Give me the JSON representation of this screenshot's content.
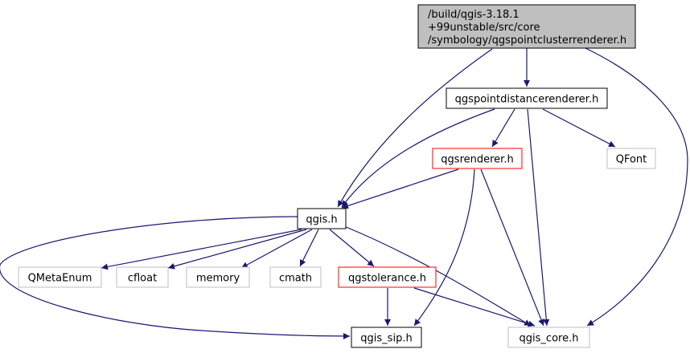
{
  "colors": {
    "edge": "#191970",
    "root_fill": "#bfbfbf",
    "node_border": "#000000",
    "red_border": "#ff0000",
    "gray_border": "#bfbfbf"
  },
  "graph": {
    "nodes": {
      "root": {
        "lines": [
          "/build/qgis-3.18.1",
          "+99unstable/src/core",
          "/symbology/qgspointclusterrenderer.h"
        ],
        "style": "root"
      },
      "qgspointdistancerenderer": {
        "lines": [
          "qgspointdistancerenderer.h"
        ],
        "style": "normal"
      },
      "qgsrenderer": {
        "lines": [
          "qgsrenderer.h"
        ],
        "style": "red"
      },
      "qfont": {
        "lines": [
          "QFont"
        ],
        "style": "gray"
      },
      "qgis": {
        "lines": [
          "qgis.h"
        ],
        "style": "normal"
      },
      "qmetaenum": {
        "lines": [
          "QMetaEnum"
        ],
        "style": "gray"
      },
      "cfloat": {
        "lines": [
          "cfloat"
        ],
        "style": "gray"
      },
      "memory": {
        "lines": [
          "memory"
        ],
        "style": "gray"
      },
      "cmath": {
        "lines": [
          "cmath"
        ],
        "style": "gray"
      },
      "qgstolerance": {
        "lines": [
          "qgstolerance.h"
        ],
        "style": "red"
      },
      "qgis_sip": {
        "lines": [
          "qgis_sip.h"
        ],
        "style": "normal"
      },
      "qgis_core": {
        "lines": [
          "qgis_core.h"
        ],
        "style": "gray"
      }
    },
    "edges": [
      {
        "from": "root",
        "to": "qgspointdistancerenderer"
      },
      {
        "from": "root",
        "to": "qgis"
      },
      {
        "from": "root",
        "to": "qgis_core"
      },
      {
        "from": "qgspointdistancerenderer",
        "to": "qgsrenderer"
      },
      {
        "from": "qgspointdistancerenderer",
        "to": "qfont"
      },
      {
        "from": "qgspointdistancerenderer",
        "to": "qgis"
      },
      {
        "from": "qgspointdistancerenderer",
        "to": "qgis_core"
      },
      {
        "from": "qgsrenderer",
        "to": "qgis"
      },
      {
        "from": "qgsrenderer",
        "to": "qgis_sip"
      },
      {
        "from": "qgsrenderer",
        "to": "qgis_core"
      },
      {
        "from": "qgis",
        "to": "qmetaenum"
      },
      {
        "from": "qgis",
        "to": "cfloat"
      },
      {
        "from": "qgis",
        "to": "memory"
      },
      {
        "from": "qgis",
        "to": "cmath"
      },
      {
        "from": "qgis",
        "to": "qgstolerance"
      },
      {
        "from": "qgis",
        "to": "qgis_sip"
      },
      {
        "from": "qgis",
        "to": "qgis_core"
      },
      {
        "from": "qgstolerance",
        "to": "qgis_sip"
      },
      {
        "from": "qgstolerance",
        "to": "qgis_core"
      }
    ]
  }
}
